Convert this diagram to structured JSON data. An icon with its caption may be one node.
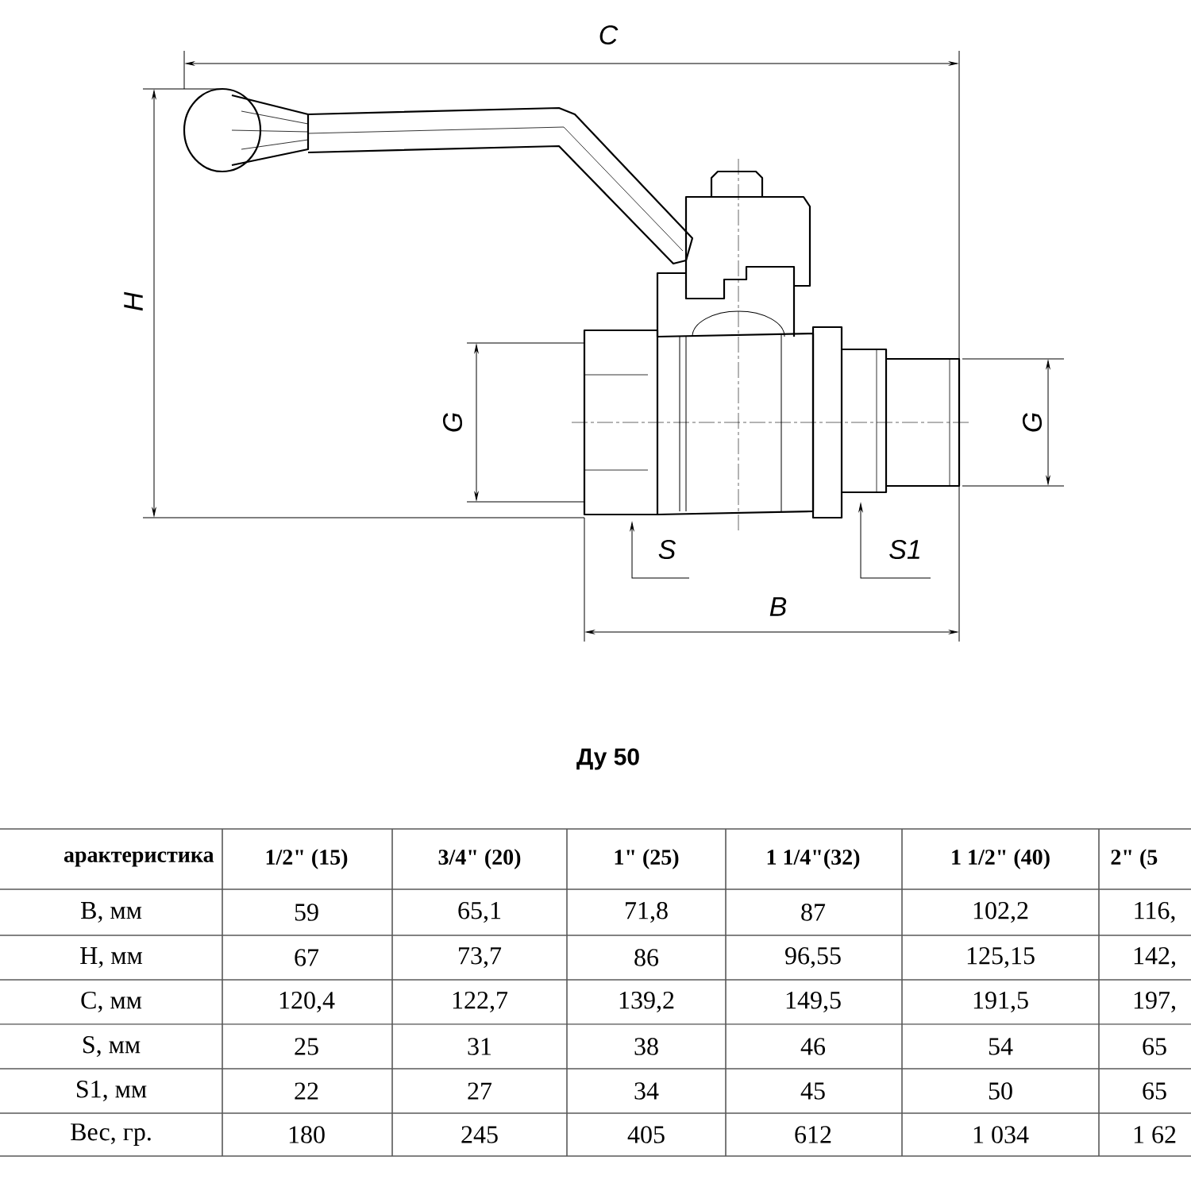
{
  "diagram": {
    "labels": [
      "C",
      "H",
      "G",
      "G",
      "S",
      "S1",
      "B",
      "Ду 50",
      "арактеристика",
      "1/2\" (15)",
      "3/4\" (20)",
      "1\" (25)",
      "1 1/4\"(32)",
      "1 1/2\" (40)",
      "2\" (5",
      "B, мм",
      "59",
      "65,1",
      "71,8",
      "87",
      "102,2",
      "116,",
      "H, мм",
      "67",
      "73,7",
      "86",
      "96,55",
      "125,15",
      "142,",
      "C, мм",
      "120,4",
      "122,7",
      "139,2",
      "149,5",
      "191,5",
      "197,",
      "S, мм",
      "25",
      "31",
      "38",
      "46",
      "54",
      "65",
      "S1, мм",
      "22",
      "27",
      "34",
      "45",
      "50",
      "65",
      "Вес, гр.",
      "180",
      "245",
      "405",
      "612",
      "1 034",
      "1 62"
    ]
  }
}
